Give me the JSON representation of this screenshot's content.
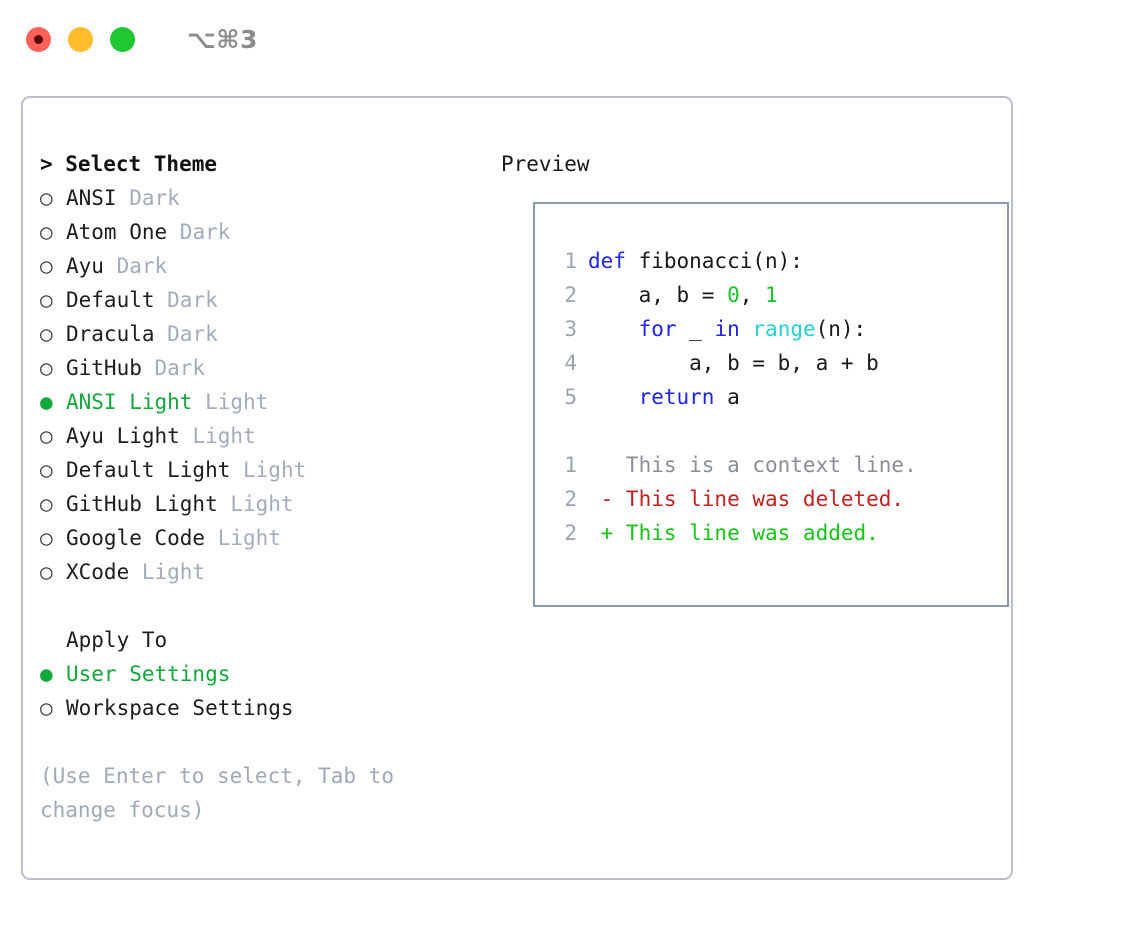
{
  "titlebar": {
    "shortcut": "⌥⌘3",
    "lights": [
      "close-red",
      "minimize-amber",
      "maximize-green"
    ]
  },
  "left": {
    "header": "> Select Theme",
    "themes": [
      {
        "bullet": "○",
        "label": "ANSI",
        "suffix": "Dark",
        "selected": false
      },
      {
        "bullet": "○",
        "label": "Atom One",
        "suffix": "Dark",
        "selected": false
      },
      {
        "bullet": "○",
        "label": "Ayu",
        "suffix": "Dark",
        "selected": false
      },
      {
        "bullet": "○",
        "label": "Default",
        "suffix": "Dark",
        "selected": false
      },
      {
        "bullet": "○",
        "label": "Dracula",
        "suffix": "Dark",
        "selected": false
      },
      {
        "bullet": "○",
        "label": "GitHub",
        "suffix": "Dark",
        "selected": false
      },
      {
        "bullet": "●",
        "label": "ANSI Light",
        "suffix": "Light",
        "selected": true
      },
      {
        "bullet": "○",
        "label": "Ayu Light",
        "suffix": "Light",
        "selected": false
      },
      {
        "bullet": "○",
        "label": "Default Light",
        "suffix": "Light",
        "selected": false
      },
      {
        "bullet": "○",
        "label": "GitHub Light",
        "suffix": "Light",
        "selected": false
      },
      {
        "bullet": "○",
        "label": "Google Code",
        "suffix": "Light",
        "selected": false
      },
      {
        "bullet": "○",
        "label": "XCode",
        "suffix": "Light",
        "selected": false
      }
    ],
    "apply_to_header": "Apply To",
    "apply_to": [
      {
        "bullet": "●",
        "label": "User Settings",
        "selected": true
      },
      {
        "bullet": "○",
        "label": "Workspace Settings",
        "selected": false
      }
    ],
    "hint": "(Use Enter to select, Tab to change focus)"
  },
  "right": {
    "header": "Preview",
    "code_lines": [
      {
        "lno": "1",
        "tokens": [
          {
            "t": "def ",
            "c": "kw"
          },
          {
            "t": "fibonacci(n):",
            "c": "txt"
          }
        ]
      },
      {
        "lno": "2",
        "tokens": [
          {
            "t": "    a, b = ",
            "c": "txt"
          },
          {
            "t": "0",
            "c": "num"
          },
          {
            "t": ", ",
            "c": "txt"
          },
          {
            "t": "1",
            "c": "num"
          }
        ]
      },
      {
        "lno": "3",
        "tokens": [
          {
            "t": "    ",
            "c": "txt"
          },
          {
            "t": "for",
            "c": "kw"
          },
          {
            "t": " _ ",
            "c": "txt"
          },
          {
            "t": "in",
            "c": "kw"
          },
          {
            "t": " ",
            "c": "txt"
          },
          {
            "t": "range",
            "c": "fn"
          },
          {
            "t": "(n):",
            "c": "txt"
          }
        ]
      },
      {
        "lno": "4",
        "tokens": [
          {
            "t": "        a, b = b, a + b",
            "c": "txt"
          }
        ]
      },
      {
        "lno": "5",
        "tokens": [
          {
            "t": "    ",
            "c": "txt"
          },
          {
            "t": "return",
            "c": "kw"
          },
          {
            "t": " a",
            "c": "txt"
          }
        ]
      },
      {
        "lno": "",
        "tokens": [
          {
            "t": "",
            "c": "txt"
          }
        ]
      },
      {
        "lno": "1",
        "tokens": [
          {
            "t": "   This is a context line.",
            "c": "ctx"
          }
        ]
      },
      {
        "lno": "2",
        "tokens": [
          {
            "t": " - This line was deleted.",
            "c": "del"
          }
        ]
      },
      {
        "lno": "2",
        "tokens": [
          {
            "t": " + This line was added.",
            "c": "add"
          }
        ]
      }
    ]
  },
  "colors": {
    "accent_green": "#12a83c",
    "muted_gray": "#a4acb9",
    "keyword_blue": "#1f24e6",
    "number_green": "#18c32e",
    "function_cyan": "#22d3ce",
    "diff_deleted": "#c32020",
    "diff_added": "#16c416",
    "panel_border": "#b9c0ca",
    "preview_border": "#8d99ab"
  }
}
